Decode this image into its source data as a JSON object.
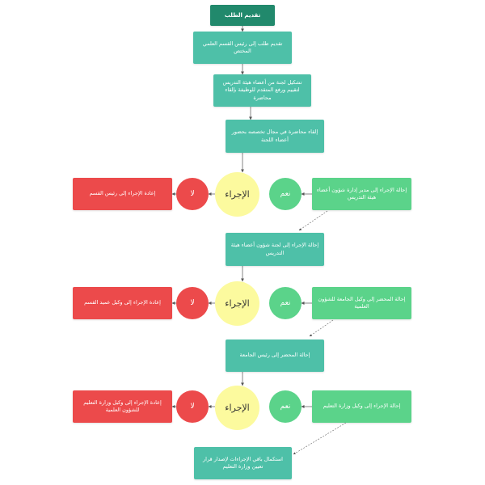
{
  "diagram": {
    "start": "تقديم الطلب",
    "steps": [
      "تقديم طلب إلى رئيس القسم العلمي المختص",
      "تشكيل لجنة من أعضاء هيئة التدريس لتقييم ورفع المتقدم للوظيفة بإلقاء محاضرة",
      "إلقاء محاضرة في مجال تخصصه بحضور أعضاء اللجنة",
      "إحالة الإجراء إلى لجنة شؤون أعضاء هيئة التدريس",
      "إحالة المحضر إلى رئيس الجامعة",
      "استكمال باقي الإجراءات لإصدار قرار تعيين وزارة التعليم"
    ],
    "decision_label": "الإجراء",
    "yes_label": "نعم",
    "no_label": "لا",
    "yes_actions": [
      "إحالة الإجراء إلى مدير إدارة شؤون أعضاء هيئة التدريس",
      "إحالة المحضر إلى وكيل الجامعة للشؤون العلمية",
      "إحالة الإجراء إلى وكيل وزارة التعليم"
    ],
    "no_actions": [
      "إعادة الإجراء إلى رئيس القسم",
      "إعادة الإجراء إلى وكيل عميد القسم",
      "إعادة الإجراء إلى وكيل وزارة التعليم للشؤون العلمية"
    ]
  },
  "colors": {
    "teal": "#4ec0a8",
    "teal_dark": "#21896c",
    "green": "#5bd38a",
    "red": "#ec4a4b",
    "yellow": "#fcfa9e"
  }
}
